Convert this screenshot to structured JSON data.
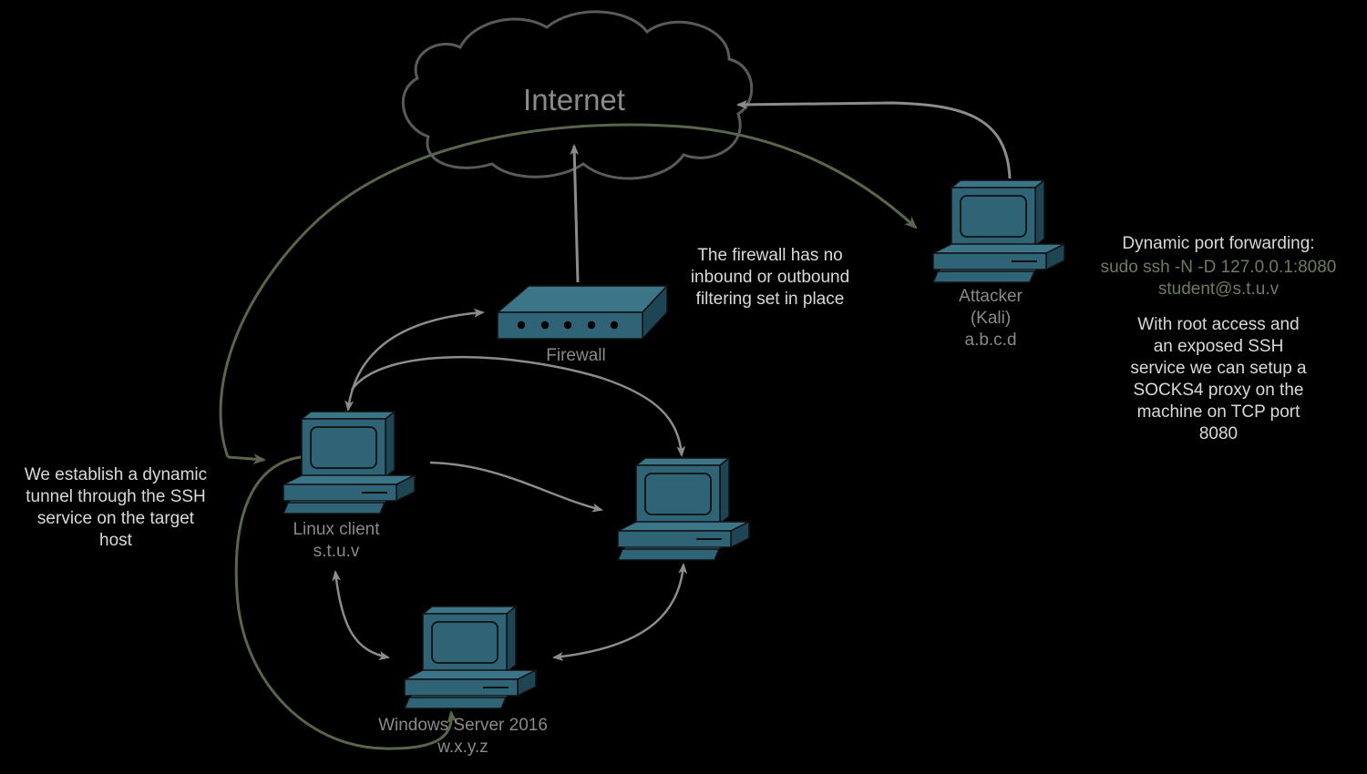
{
  "colors": {
    "background": "#000000",
    "cloud_stroke": "#5a5a5a",
    "device_fill": "#2f6476",
    "device_dark": "#1d4553",
    "device_stroke": "#101010",
    "gray_arrow": "#8c8c8c",
    "tunnel_arrow": "#59664a",
    "light_text": "#d9d9d9",
    "gray_text": "#8a8a8a",
    "green_text": "#6e7c5c"
  },
  "cloud": {
    "label": "Internet",
    "icon": "cloud-icon"
  },
  "firewall": {
    "label": "Firewall",
    "icon": "firewall-appliance-icon"
  },
  "attacker": {
    "line1": "Attacker",
    "line2": "(Kali)",
    "line3": "a.b.c.d",
    "icon": "desktop-computer-icon"
  },
  "linux_client": {
    "line1": "Linux client",
    "line2": "s.t.u.v",
    "icon": "desktop-computer-icon"
  },
  "internal_host": {
    "icon": "desktop-computer-icon"
  },
  "windows_server": {
    "line1": "Windows Server 2016",
    "line2": "w.x.y.z",
    "icon": "desktop-computer-icon"
  },
  "notes": {
    "firewall": [
      "The firewall has no",
      "inbound or outbound",
      "filtering set in place"
    ],
    "tunnel": [
      "We establish a dynamic",
      "tunnel through the SSH",
      "service on the target",
      "host"
    ],
    "forwarding_title": "Dynamic port forwarding:",
    "forwarding_cmd": [
      "sudo ssh -N -D 127.0.0.1:8080",
      "student@s.t.u.v"
    ],
    "socks": [
      "With root access and",
      "an exposed SSH",
      "service we can setup a",
      "SOCKS4 proxy on the",
      "machine on TCP port",
      "8080"
    ]
  }
}
